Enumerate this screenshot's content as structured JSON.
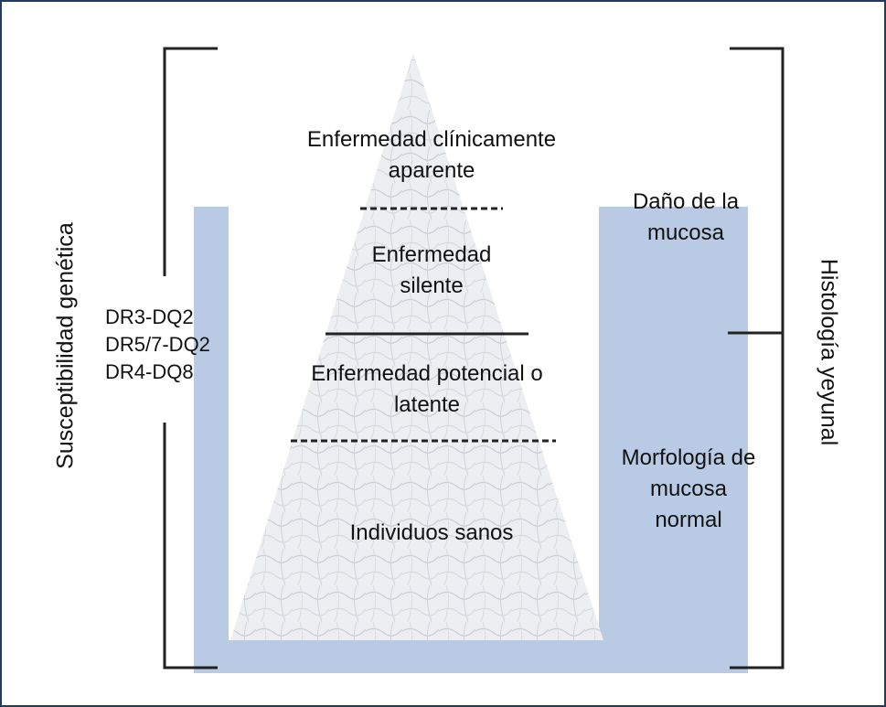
{
  "pyramid": {
    "levels": [
      {
        "label": "Enfermedad clínicamente aparente"
      },
      {
        "label": "Enfermedad silente"
      },
      {
        "label": "Enfermedad potencial o latente"
      },
      {
        "label": "Individuos sanos"
      }
    ]
  },
  "left_bracket": {
    "label": "Susceptibilidad genética",
    "genotypes": [
      "DR3-DQ2",
      "DR5/7-DQ2",
      "DR4-DQ8"
    ]
  },
  "right_bracket": {
    "label": "Histología yeyunal",
    "upper": "Daño de la mucosa",
    "lower": "Morfología de mucosa normal"
  },
  "colors": {
    "frame": "#1f3b63",
    "water": "#b9cbe4",
    "bracket": "#222222",
    "pyramid": "#e4e6ea"
  }
}
